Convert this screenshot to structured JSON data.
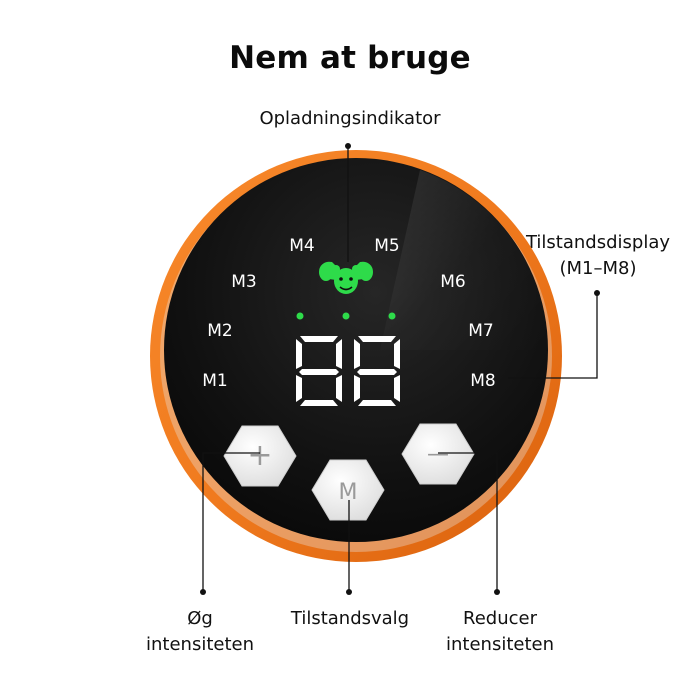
{
  "title": "Nem at bruge",
  "callouts": {
    "charging": "Opladningsindikator",
    "mode_display_line1": "Tilstandsdisplay",
    "mode_display_line2": "(M1–M8)",
    "increase_line1": "Øg",
    "increase_line2": "intensiteten",
    "mode_select": "Tilstandsvalg",
    "decrease_line1": "Reducer",
    "decrease_line2": "intensiteten"
  },
  "modes": [
    "M1",
    "M2",
    "M3",
    "M4",
    "M5",
    "M6",
    "M7",
    "M8"
  ],
  "display_digits": "88",
  "buttons": {
    "plus_symbol": "+",
    "mode_symbol": "M",
    "minus_symbol": "—"
  },
  "colors": {
    "rim": "#f07a1e",
    "screen": "#0d0d0d",
    "indicator": "#2edb4a",
    "button": "#f2f2f2"
  },
  "icons": {
    "charging_indicator": "muscle-mascot-icon"
  }
}
